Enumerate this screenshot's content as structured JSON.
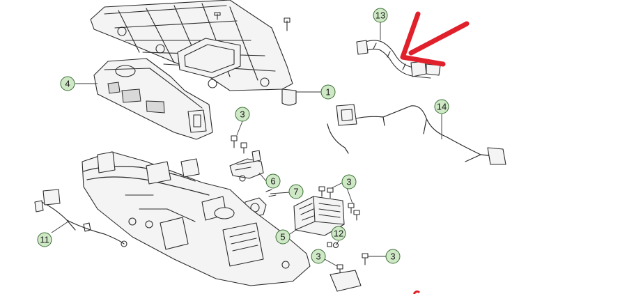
{
  "diagram": {
    "callouts": [
      {
        "id": "c13",
        "label": "13"
      },
      {
        "id": "c4",
        "label": "4"
      },
      {
        "id": "c1",
        "label": "1"
      },
      {
        "id": "c3a",
        "label": "3"
      },
      {
        "id": "c14",
        "label": "14"
      },
      {
        "id": "c6",
        "label": "6"
      },
      {
        "id": "c7",
        "label": "7"
      },
      {
        "id": "c3b",
        "label": "3"
      },
      {
        "id": "c5",
        "label": "5"
      },
      {
        "id": "c12",
        "label": "12"
      },
      {
        "id": "c11",
        "label": "11"
      },
      {
        "id": "c3c",
        "label": "3"
      },
      {
        "id": "c3d",
        "label": "3"
      }
    ],
    "arrow_color": "#e0202a",
    "callout_fill": "#cfe8c6"
  }
}
